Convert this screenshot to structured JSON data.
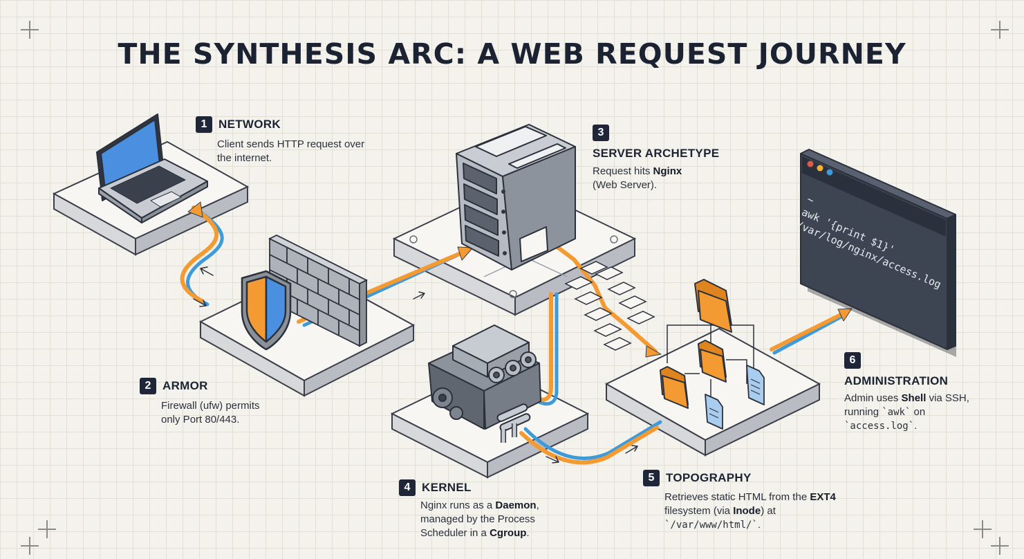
{
  "title": "THE SYNTHESIS ARC: A WEB REQUEST JOURNEY",
  "colors": {
    "orange": "#f39a33",
    "blue": "#3f9ad9",
    "dark": "#1e2638",
    "screen": "#4a8fe0"
  },
  "icons": [
    "laptop-icon",
    "firewall-shield-icon",
    "server-tower-icon",
    "engine-daemon-icon",
    "folder-icon",
    "document-icon",
    "terminal-window-icon"
  ],
  "steps": [
    {
      "num": "1",
      "title": "NETWORK",
      "body": "Client sends HTTP request over the internet."
    },
    {
      "num": "2",
      "title": "ARMOR",
      "body": "Firewall (ufw) permits only Port 80/443."
    },
    {
      "num": "3",
      "title": "SERVER ARCHETYPE",
      "body_pre": "Request hits ",
      "bold1": "Nginx",
      "body_post": "(Web Server)."
    },
    {
      "num": "4",
      "title": "KERNEL",
      "body_pre": "Nginx runs as a ",
      "bold1": "Daemon",
      "body_mid": ", managed by the Process Scheduler in a ",
      "bold2": "Cgroup",
      "body_post": "."
    },
    {
      "num": "5",
      "title": "TOPOGRAPHY",
      "body_pre": "Retrieves static HTML from the ",
      "bold1": "EXT4",
      "body_mid": " filesystem (via ",
      "bold2": "Inode",
      "body_mid2": ") at ",
      "code": "`/var/www/html/`",
      "body_post": "."
    },
    {
      "num": "6",
      "title": "ADMINISTRATION",
      "body_pre": "Admin uses ",
      "bold1": "Shell",
      "body_mid": " via SSH, running ",
      "code1": "`awk`",
      "body_mid2": " on ",
      "code2": "`access.log`",
      "body_post": "."
    }
  ],
  "terminal": {
    "prompt": "~",
    "line1": "awk '{print $1}'",
    "line2": "/var/log/nginx/access.log"
  }
}
